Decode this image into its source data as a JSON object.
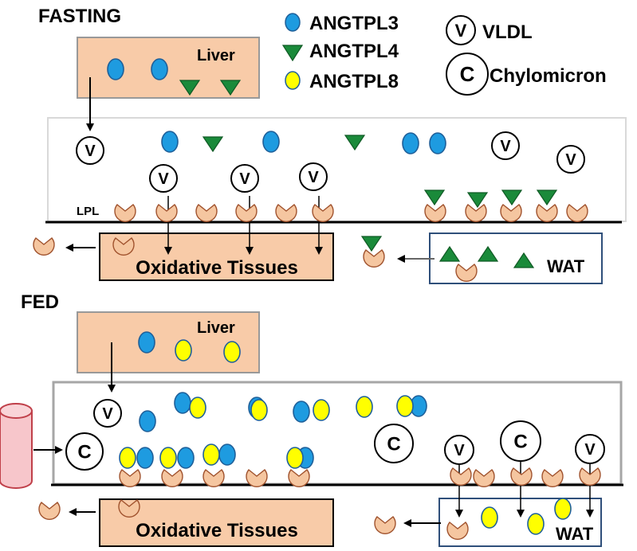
{
  "colors": {
    "angptl3": "#1e9be0",
    "angptl4": "#1a8a3a",
    "angptl8": "#ffff00",
    "lpl": "#f5c6a0",
    "organ_fill": "#f8cba8",
    "wat_border": "#2f4f7a",
    "tube": "#f7c6cb"
  },
  "legend": {
    "angptl3": "ANGTPL3",
    "angptl4": "ANGTPL4",
    "angptl8": "ANGTPL8",
    "vldl_symbol": "V",
    "vldl": "VLDL",
    "chylo_symbol": "C",
    "chylo": "Chylomicron"
  },
  "fasting": {
    "title": "FASTING",
    "liver": "Liver",
    "lpl": "LPL",
    "oxidative": "Oxidative Tissues",
    "wat": "WAT"
  },
  "fed": {
    "title": "FED",
    "liver": "Liver",
    "oxidative": "Oxidative Tissues",
    "wat": "WAT"
  },
  "symbols": {
    "vldl": "V",
    "chylo": "C"
  }
}
